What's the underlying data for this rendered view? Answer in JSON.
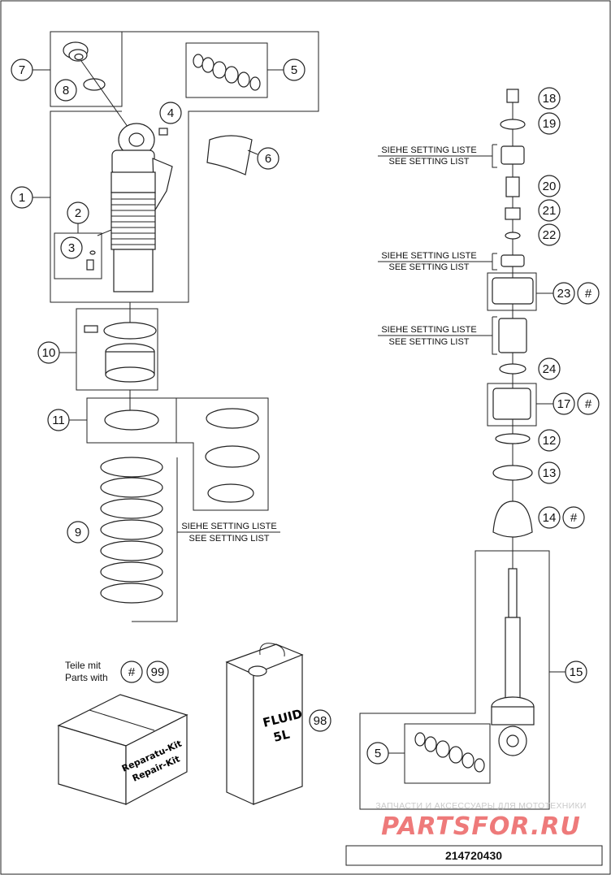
{
  "callouts": {
    "c1": "1",
    "c2": "2",
    "c3": "3",
    "c4": "4",
    "c5_top": "5",
    "c6": "6",
    "c7": "7",
    "c8": "8",
    "c9": "9",
    "c10": "10",
    "c11": "11",
    "c12": "12",
    "c13": "13",
    "c14": "14",
    "c15": "15",
    "c17": "17",
    "c18": "18",
    "c19": "19",
    "c20": "20",
    "c21": "21",
    "c22": "22",
    "c23": "23",
    "c24": "24",
    "c5_bottom": "5",
    "c98": "98",
    "c99": "99"
  },
  "marks": {
    "hash_23": "#",
    "hash_17": "#",
    "hash_14": "#",
    "hash_99": "#"
  },
  "setting_notes": {
    "de": "SIEHE SETTING LISTE",
    "en": "SEE SETTING LIST"
  },
  "kit_note": {
    "line1": "Teile mit",
    "line2": "Parts with"
  },
  "kit_box": {
    "line1": "Reparatu-Kit",
    "line2": "Repair-Kit"
  },
  "fluid_can": {
    "line1": "FLUID",
    "line2": "5L"
  },
  "watermark": {
    "tagline": "ЗАПЧАСТИ И АКСЕССУАРЫ ДЛЯ МОТОТЕХНИКИ",
    "logo": "PARTSFOR.RU"
  },
  "drawing_code": "214720430"
}
